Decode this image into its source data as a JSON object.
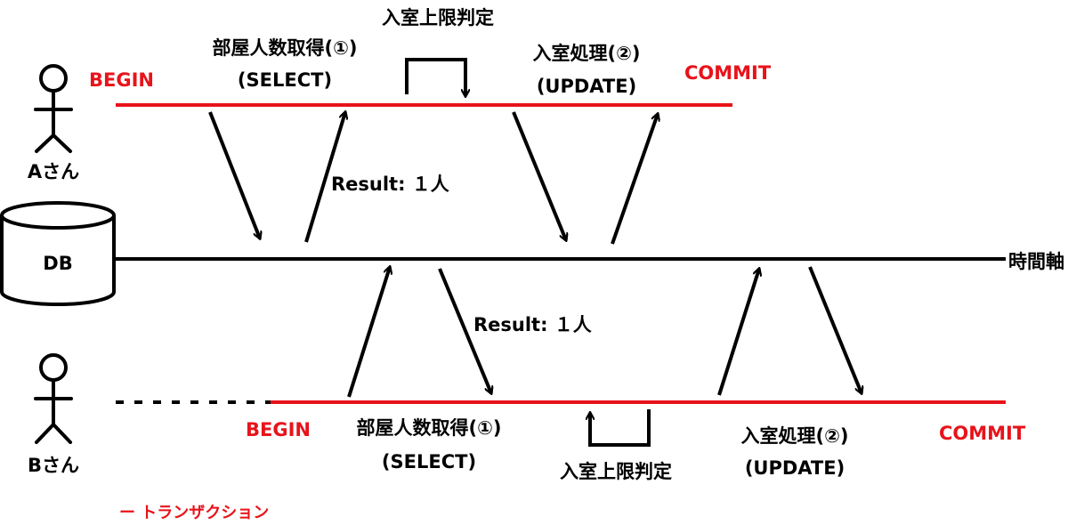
{
  "colors": {
    "transaction": "#e8131b",
    "ink": "#000000"
  },
  "user_a": {
    "name": "Aさん",
    "icon": "person-icon"
  },
  "user_b": {
    "name": "Bさん",
    "icon": "person-icon"
  },
  "db": {
    "label": "DB",
    "icon": "database-icon"
  },
  "timeline": {
    "label": "時間軸"
  },
  "txn_a": {
    "begin": "BEGIN",
    "commit": "COMMIT",
    "select_label": "部屋人数取得(①)",
    "select_sub": "(SELECT)",
    "check_label": "入室上限判定",
    "update_label": "入室処理(②)",
    "update_sub": "(UPDATE)",
    "result": "Result: １人"
  },
  "txn_b": {
    "begin": "BEGIN",
    "commit": "COMMIT",
    "select_label": "部屋人数取得(①)",
    "select_sub": "(SELECT)",
    "check_label": "入室上限判定",
    "update_label": "入室処理(②)",
    "update_sub": "(UPDATE)",
    "result": "Result: １人"
  },
  "legend": {
    "label": "ー トランザクション"
  }
}
